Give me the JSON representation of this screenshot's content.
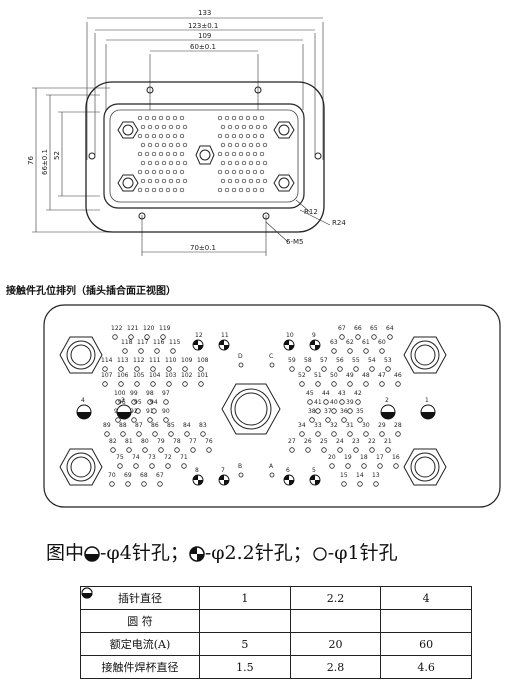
{
  "drawing": {
    "dims": {
      "d133": "133",
      "d123": "123±0.1",
      "d109": "109",
      "d60": "60±0.1",
      "d76": "76",
      "d66": "66±0.1",
      "d52": "52",
      "d70": "70±0.1",
      "r12": "R12",
      "r24": "R24",
      "m5": "6-M5"
    }
  },
  "section_title": "接触件孔位排列（插头插合面正视图）",
  "pins": {
    "letters": [
      "D",
      "C",
      "B",
      "A"
    ],
    "big_left": [
      "4",
      "3"
    ],
    "big_right": [
      "2",
      "1"
    ],
    "mid_top": [
      "12",
      "11",
      "10",
      "9"
    ],
    "mid_bottom": [
      "8",
      "7",
      "6",
      "5"
    ],
    "left_rows": [
      [
        "122",
        "121",
        "120",
        "119"
      ],
      [
        "118",
        "117",
        "116",
        "115"
      ],
      [
        "114",
        "113",
        "112",
        "111",
        "110",
        "109",
        "108"
      ],
      [
        "107",
        "106",
        "105",
        "104",
        "103",
        "102",
        "101"
      ],
      [
        "100",
        "99",
        "98",
        "97"
      ],
      [
        "96",
        "95",
        "94"
      ],
      [
        "93",
        "92",
        "91",
        "90"
      ],
      [
        "89",
        "88",
        "87",
        "86",
        "85",
        "84",
        "83"
      ],
      [
        "82",
        "81",
        "80",
        "79",
        "78",
        "77",
        "76"
      ],
      [
        "75",
        "74",
        "73",
        "72",
        "71"
      ],
      [
        "70",
        "69",
        "68",
        "67"
      ]
    ],
    "right_rows": [
      [
        "67",
        "66",
        "65",
        "64"
      ],
      [
        "63",
        "62",
        "61",
        "60"
      ],
      [
        "59",
        "58",
        "57",
        "56",
        "55",
        "54",
        "53"
      ],
      [
        "52",
        "51",
        "50",
        "49",
        "48",
        "47",
        "46"
      ],
      [
        "45",
        "44",
        "43",
        "42"
      ],
      [
        "41",
        "40",
        "39"
      ],
      [
        "38",
        "37",
        "36",
        "35"
      ],
      [
        "34",
        "33",
        "32",
        "31",
        "30",
        "29",
        "28"
      ],
      [
        "27",
        "26",
        "25",
        "24",
        "23",
        "22",
        "21"
      ],
      [
        "20",
        "19",
        "18",
        "17",
        "16"
      ],
      [
        "15",
        "14",
        "13"
      ]
    ]
  },
  "legend": {
    "prefix": "图中",
    "item1": "-φ4针孔；",
    "item2": "-φ2.2针孔；",
    "item3": "-φ1针孔"
  },
  "table": {
    "rows": [
      {
        "label": "插针直径",
        "c1": "1",
        "c2": "2.2",
        "c3": "4"
      },
      {
        "label": "圆 符",
        "c1": "",
        "c2": "",
        "c3": ""
      },
      {
        "label": "额定电流(A)",
        "c1": "5",
        "c2": "20",
        "c3": "60"
      },
      {
        "label": "接触件焊杯直径",
        "c1": "1.5",
        "c2": "2.8",
        "c3": "4.6"
      }
    ]
  }
}
